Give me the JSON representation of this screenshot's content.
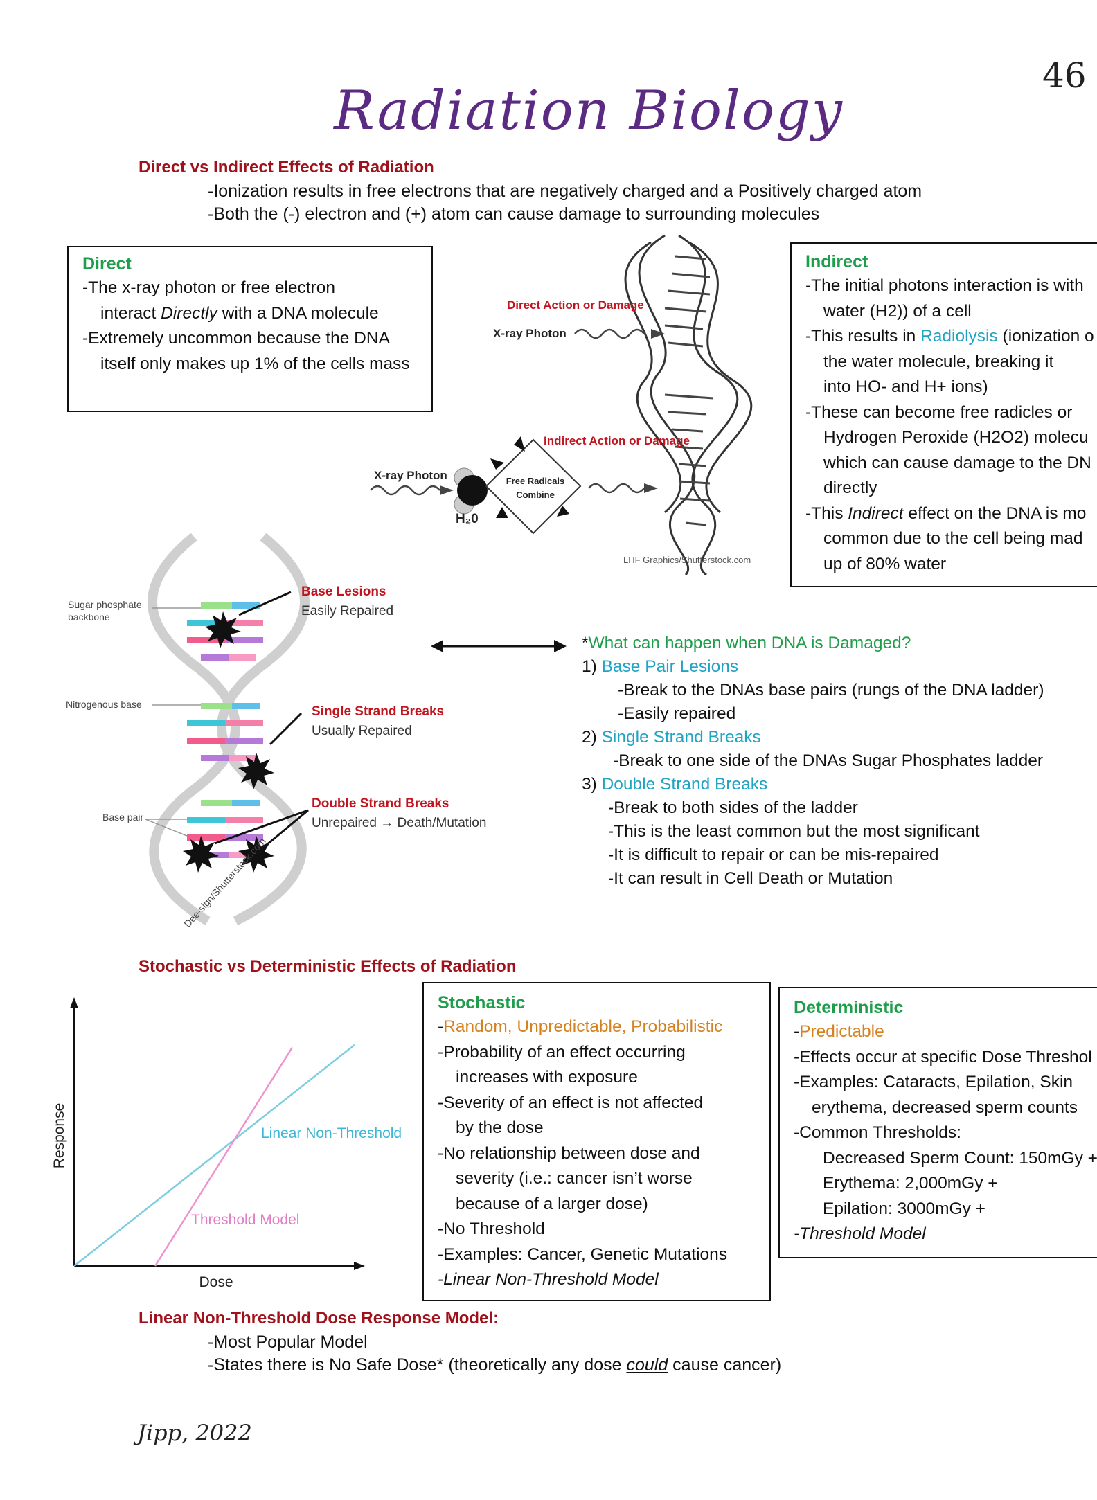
{
  "page_number": "46",
  "title": "Radiation Biology",
  "section1": {
    "heading": "Direct vs Indirect Effects of Radiation",
    "lines": [
      "-Ionization results in free electrons that are negatively charged and a Positively charged atom",
      "-Both the (-) electron and (+) atom can cause damage to surrounding molecules"
    ]
  },
  "direct_box": {
    "title": "Direct",
    "l1": "-The x-ray photon or free electron",
    "l2a": "interact ",
    "l2b": "Directly",
    "l2c": " with a DNA molecule",
    "l3": "-Extremely uncommon because the DNA",
    "l4": "itself only makes up 1% of the cells mass"
  },
  "indirect_box": {
    "title": "Indirect",
    "l1": "-The initial photons interaction is with",
    "l2": "water (H2)) of a cell",
    "l3a": "-This results in ",
    "l3b": "Radiolysis",
    "l3c": " (ionization o",
    "l4": "the water molecule, breaking it",
    "l5": "into HO- and H+ ions)",
    "l6": "-These can become free radicles or",
    "l7": "Hydrogen Peroxide (H2O2) molecu",
    "l8": "which can cause damage to the DN",
    "l9": "directly",
    "l10a": "-This ",
    "l10b": "Indirect",
    "l10c": " effect on the DNA is mo",
    "l11": "common due to the cell being mad",
    "l12": "up of 80% water"
  },
  "dna_figure1": {
    "direct_label": "Direct Action or Damage",
    "xray1": "X-ray Photon",
    "indirect_label": "Indirect Action or Damage",
    "xray2": "X-ray Photon",
    "h2o": "H₂0",
    "free_radicals_1": "Free Radicals",
    "free_radicals_2": "Combine",
    "credit": "LHF Graphics/Shutterstock.com"
  },
  "dna_figure2": {
    "sugar_1": "Sugar phosphate",
    "sugar_2": "backbone",
    "nitrogenous": "Nitrogenous base",
    "base_pair": "Base pair",
    "base_lesions": "Base Lesions",
    "base_lesions_sub": "Easily Repaired",
    "ssb": "Single Strand Breaks",
    "ssb_sub": "Usually Repaired",
    "dsb": "Double Strand Breaks",
    "dsb_sub": "Unrepaired → Death/Mutation",
    "credit": "Dee-sign/Shutterstock.com"
  },
  "damage_list": {
    "star": "*",
    "question": "What can happen when DNA is Damaged?",
    "n1": "1) ",
    "t1": "Base Pair Lesions",
    "d1a": "-Break to the DNAs base pairs (rungs of the DNA ladder)",
    "d1b": "-Easily repaired",
    "n2": "2) ",
    "t2": "Single Strand Breaks",
    "d2a": "-Break to one side of the DNAs Sugar Phosphates ladder",
    "n3": "3) ",
    "t3": "Double Strand Breaks",
    "d3a": "-Break to both sides of the ladder",
    "d3b": "-This is the least common but the most significant",
    "d3c": "-It is difficult to repair or can be mis-repaired",
    "d3d": "-It can result in Cell Death or Mutation"
  },
  "section2": {
    "heading": "Stochastic vs Deterministic Effects of Radiation"
  },
  "dose_chart": {
    "xlabel": "Dose",
    "ylabel": "Response",
    "lnt_label": "Linear Non-Threshold",
    "threshold_label": "Threshold Model",
    "lnt_color": "#7ccde0",
    "threshold_color": "#ee93cf"
  },
  "chart_data": {
    "type": "line",
    "title": "",
    "xlabel": "Dose",
    "ylabel": "Response",
    "xlim": [
      0,
      10
    ],
    "ylim": [
      0,
      10
    ],
    "series": [
      {
        "name": "Linear Non-Threshold",
        "x": [
          0,
          9.0
        ],
        "y": [
          0,
          8.4
        ]
      },
      {
        "name": "Threshold Model",
        "x": [
          2.6,
          7.0
        ],
        "y": [
          0,
          8.3
        ]
      }
    ]
  },
  "stochastic_box": {
    "title": "Stochastic",
    "l1a": "-",
    "l1b": "Random, Unpredictable, Probabilistic",
    "l2": "-Probability of an effect occurring",
    "l3": "increases with exposure",
    "l4": "-Severity of an effect is not affected",
    "l5": "by the dose",
    "l6": "-No relationship between dose and",
    "l7": "severity (i.e.: cancer isn’t worse",
    "l8": "because of a larger dose)",
    "l9": "-No Threshold",
    "l10": "-Examples: Cancer, Genetic Mutations",
    "l11": "-Linear Non-Threshold Model"
  },
  "deterministic_box": {
    "title": "Deterministic",
    "l1a": "-",
    "l1b": "Predictable",
    "l2": "-Effects occur at specific Dose Threshol",
    "l3": "-Examples: Cataracts, Epilation, Skin",
    "l4": "erythema, decreased sperm counts",
    "l5": "-Common Thresholds:",
    "l6": "Decreased Sperm Count: 150mGy +",
    "l7": "Erythema: 2,000mGy +",
    "l8": "Epilation: 3000mGy +",
    "l9": "-Threshold Model"
  },
  "section3": {
    "heading": "Linear Non-Threshold Dose Response Model:",
    "l1": "-Most Popular Model",
    "l2a": "-States there is No Safe Dose* (theoretically any dose ",
    "l2b": "could",
    "l2c": " cause cancer)"
  },
  "footer": "Jipp, 2022"
}
